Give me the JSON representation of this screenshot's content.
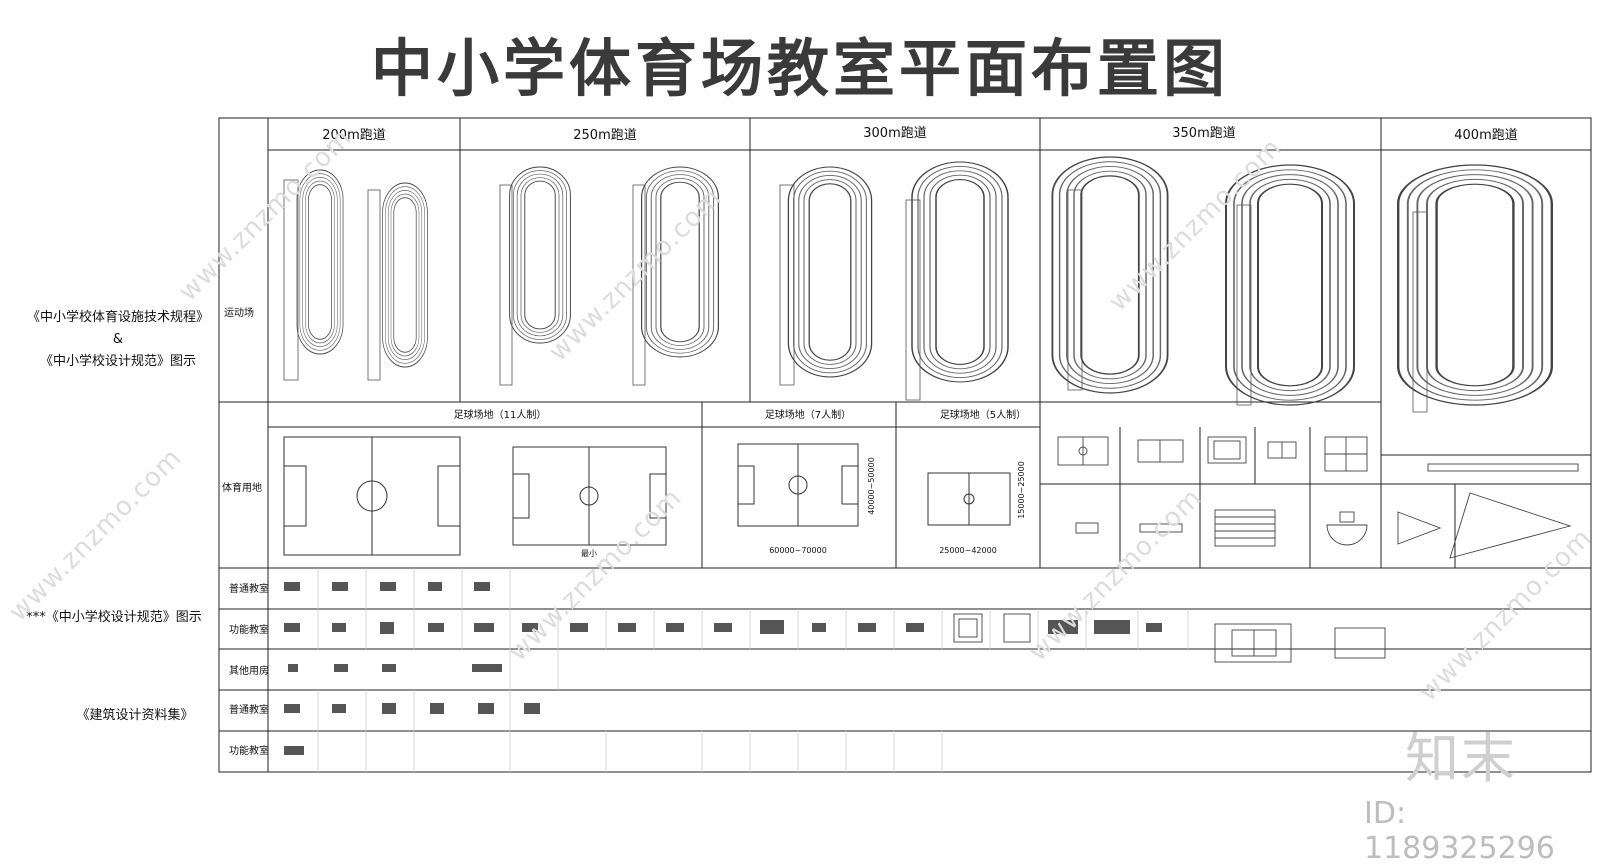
{
  "title": "中小学体育场教室平面布置图",
  "side_labels": {
    "standard_1": "《中小学校体育设施技术规程》",
    "amp": "&",
    "standard_2": "《中小学校设计规范》图示",
    "standard_3": "***《中小学校设计规范》图示",
    "standard_4": "《建筑设计资料集》"
  },
  "tracks": [
    "200m跑道",
    "250m跑道",
    "300m跑道",
    "350m跑道",
    "400m跑道"
  ],
  "rows": {
    "stadium": "运动场",
    "sports": "体育用地",
    "ordinary_1": "普通教室",
    "functional_1": "功能教室",
    "other": "其他用房",
    "ordinary_2": "普通教室",
    "functional_2": "功能教室"
  },
  "fields": {
    "f11": "足球场地（11人制）",
    "f7": "足球场地（7人制）",
    "f5": "足球场地（5人制）",
    "min": "最小",
    "dim7_w": "60000~70000",
    "dim7_h": "40000~50000",
    "dim5_w": "25000~42000",
    "dim5_h": "15000~25000"
  },
  "watermark": "www.znzmo.com",
  "brand": "知末",
  "image_id": "ID: 1189325296"
}
